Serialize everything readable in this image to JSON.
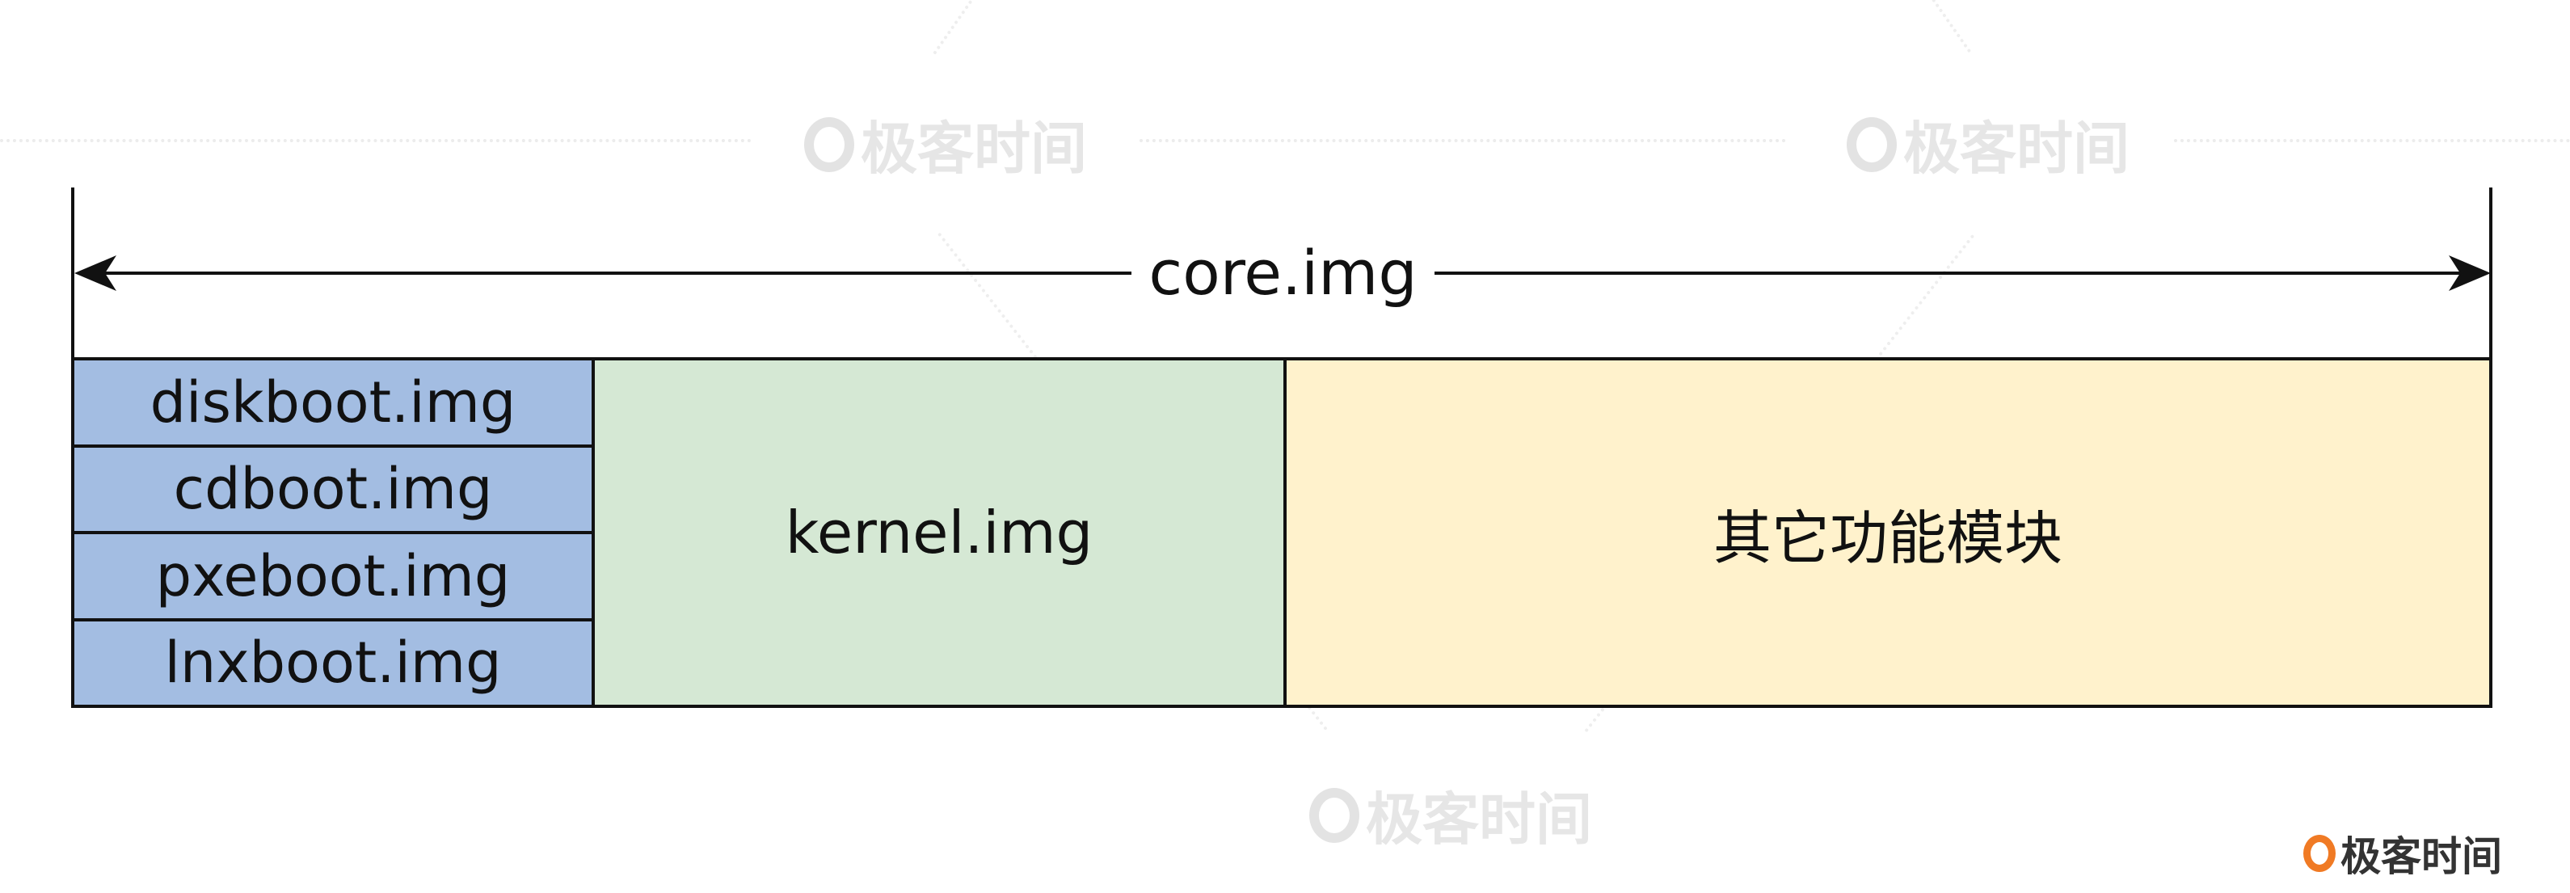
{
  "diagram": {
    "span_label": "core.img",
    "blocks": {
      "boot_images": [
        "diskboot.img",
        "cdboot.img",
        "pxeboot.img",
        "lnxboot.img"
      ],
      "kernel": "kernel.img",
      "other": "其它功能模块"
    },
    "colors": {
      "boot": "#a3bde2",
      "kernel": "#d5e8d4",
      "other": "#fff2cc",
      "stroke": "#111111"
    }
  },
  "watermark": {
    "brand_text": "极客时间",
    "brand_color": "#f07a24"
  }
}
